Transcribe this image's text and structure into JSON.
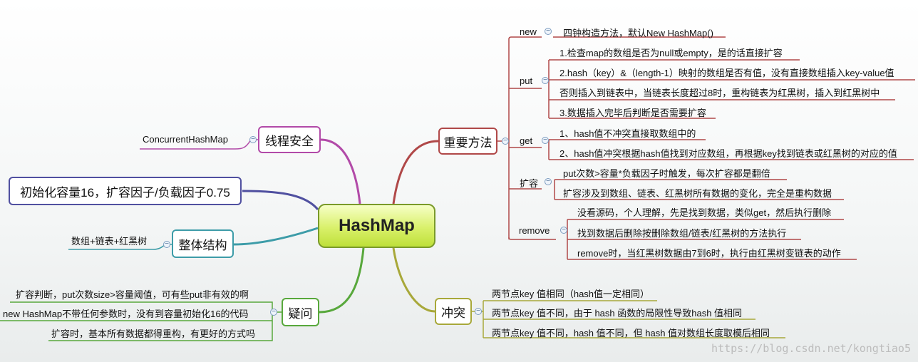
{
  "root": "HashMap",
  "branches": {
    "thread_safety": {
      "label": "线程安全",
      "children": [
        "ConcurrentHashMap"
      ]
    },
    "init": {
      "label": "初始化容量16，扩容因子/负载因子0.75"
    },
    "structure": {
      "label": "整体结构",
      "children": [
        "数组+链表+红黑树"
      ]
    },
    "questions": {
      "label": "疑问",
      "children": [
        "扩容判断，put次数size>容量阈值，可有些put非有效的啊",
        "new HashMap不带任何参数时，没有到容量初始化16的代码",
        "扩容时，基本所有数据都得重构，有更好的方式吗"
      ]
    },
    "methods": {
      "label": "重要方法",
      "children": [
        {
          "label": "new",
          "items": [
            "四钟构造方法，默认New HashMap()"
          ]
        },
        {
          "label": "put",
          "items": [
            "1.检查map的数组是否为null或empty，是的话直接扩容",
            "2.hash（key）&（length-1）映射的数组是否有值，没有直接数组插入key-value值",
            "否则插入到链表中，当链表长度超过8时，重构链表为红黑树，插入到红黑树中",
            "3.数据插入完毕后判断是否需要扩容"
          ]
        },
        {
          "label": "get",
          "items": [
            "1、hash值不冲突直接取数组中的",
            "2、hash值冲突根据hash值找到对应数组，再根据key找到链表或红黑树的对应的值"
          ]
        },
        {
          "label": "扩容",
          "items": [
            "put次数>容量*负载因子时触发，每次扩容都是翻倍",
            "扩容涉及到数组、链表、红黑树所有数据的变化，完全是重构数据"
          ]
        },
        {
          "label": "remove",
          "items": [
            "没看源码，个人理解，先是找到数据，类似get，然后执行删除",
            "找到数据后删除按删除数组/链表/红黑树的方法执行",
            "remove时，当红黑树数据由7到6时，执行由红黑树变链表的动作"
          ]
        }
      ]
    },
    "conflict": {
      "label": "冲突",
      "children": [
        "两节点key 值相同（hash值一定相同）",
        "两节点key 值不同，由于 hash 函数的局限性导致hash 值相同",
        "两节点key 值不同，hash 值不同，但 hash 值对数组长度取模后相同"
      ]
    }
  },
  "collapse_symbol": "−",
  "watermark": "https://blog.csdn.net/kongtiao5",
  "colors": {
    "thread_safety": "#b24aa8",
    "init": "#5050a0",
    "structure": "#3d9ca8",
    "questions": "#58a83c",
    "methods": "#b04848",
    "conflict": "#a8a83a"
  }
}
